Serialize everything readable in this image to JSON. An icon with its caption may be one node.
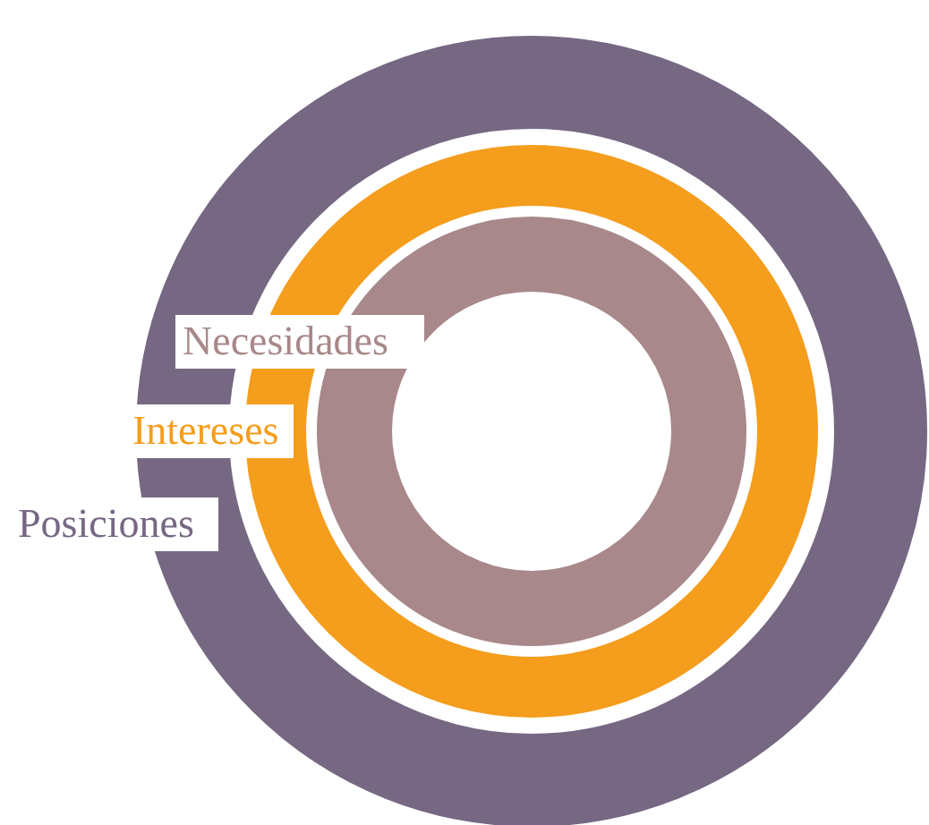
{
  "diagram": {
    "nodes": [
      {
        "text": [
          "Posiciones"
        ]
      },
      {
        "text": [
          "Intereses"
        ],
        "in": 0
      },
      {
        "text": [
          "Necesidades"
        ],
        "in": 1
      }
    ]
  }
}
